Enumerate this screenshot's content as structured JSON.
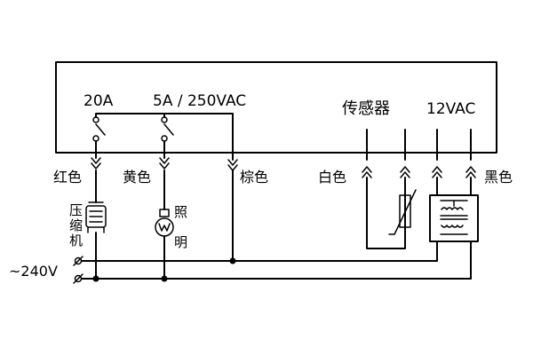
{
  "diagram": {
    "labels": {
      "current_20a": "20A",
      "rating_5a": "5A / 250VAC",
      "sensor_title": "传感器",
      "supply_12vac": "12VAC",
      "wire_red": "红色",
      "wire_yellow": "黄色",
      "wire_brown": "棕色",
      "wire_white": "白色",
      "wire_black": "黑色",
      "compressor_c1": "压",
      "compressor_c2": "缩",
      "compressor_c3": "机",
      "light_c1": "照",
      "light_c2": "明",
      "mains": "~240V"
    },
    "colors": {
      "line": "#000000",
      "background": "#ffffff"
    },
    "icons": [
      "compressor-icon",
      "lamp-icon",
      "thermistor-icon",
      "transformer-icon",
      "connector-icon",
      "switch-icon",
      "terminal-icon"
    ]
  }
}
